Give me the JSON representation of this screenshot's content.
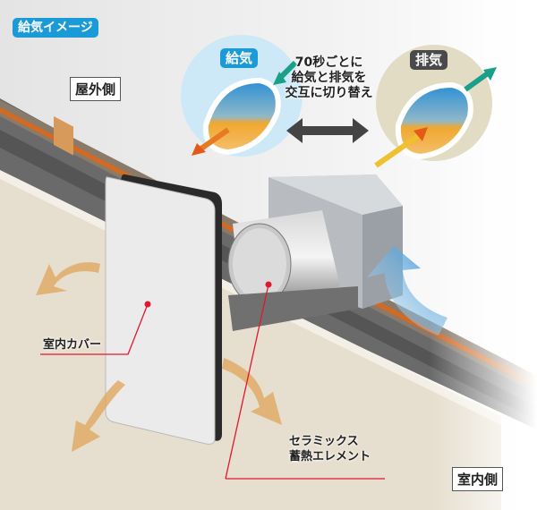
{
  "title_badge": "給気イメージ",
  "outdoor_label": "屋外側",
  "indoor_label": "室内側",
  "supply_badge": "給気",
  "exhaust_badge": "排気",
  "switch_note": [
    "70秒ごとに",
    "給気と排気を",
    "交互に切り替え"
  ],
  "cover_label": "室内カバー",
  "element_label": [
    "セラミックス",
    "蓄熱エレメント"
  ],
  "colors": {
    "supply": "#1a9ad6",
    "exhaust": "#4a4a4a",
    "leader": "#e0182d",
    "flow_warm": "#e8a050",
    "flow_cool": "#6ab8e8"
  }
}
